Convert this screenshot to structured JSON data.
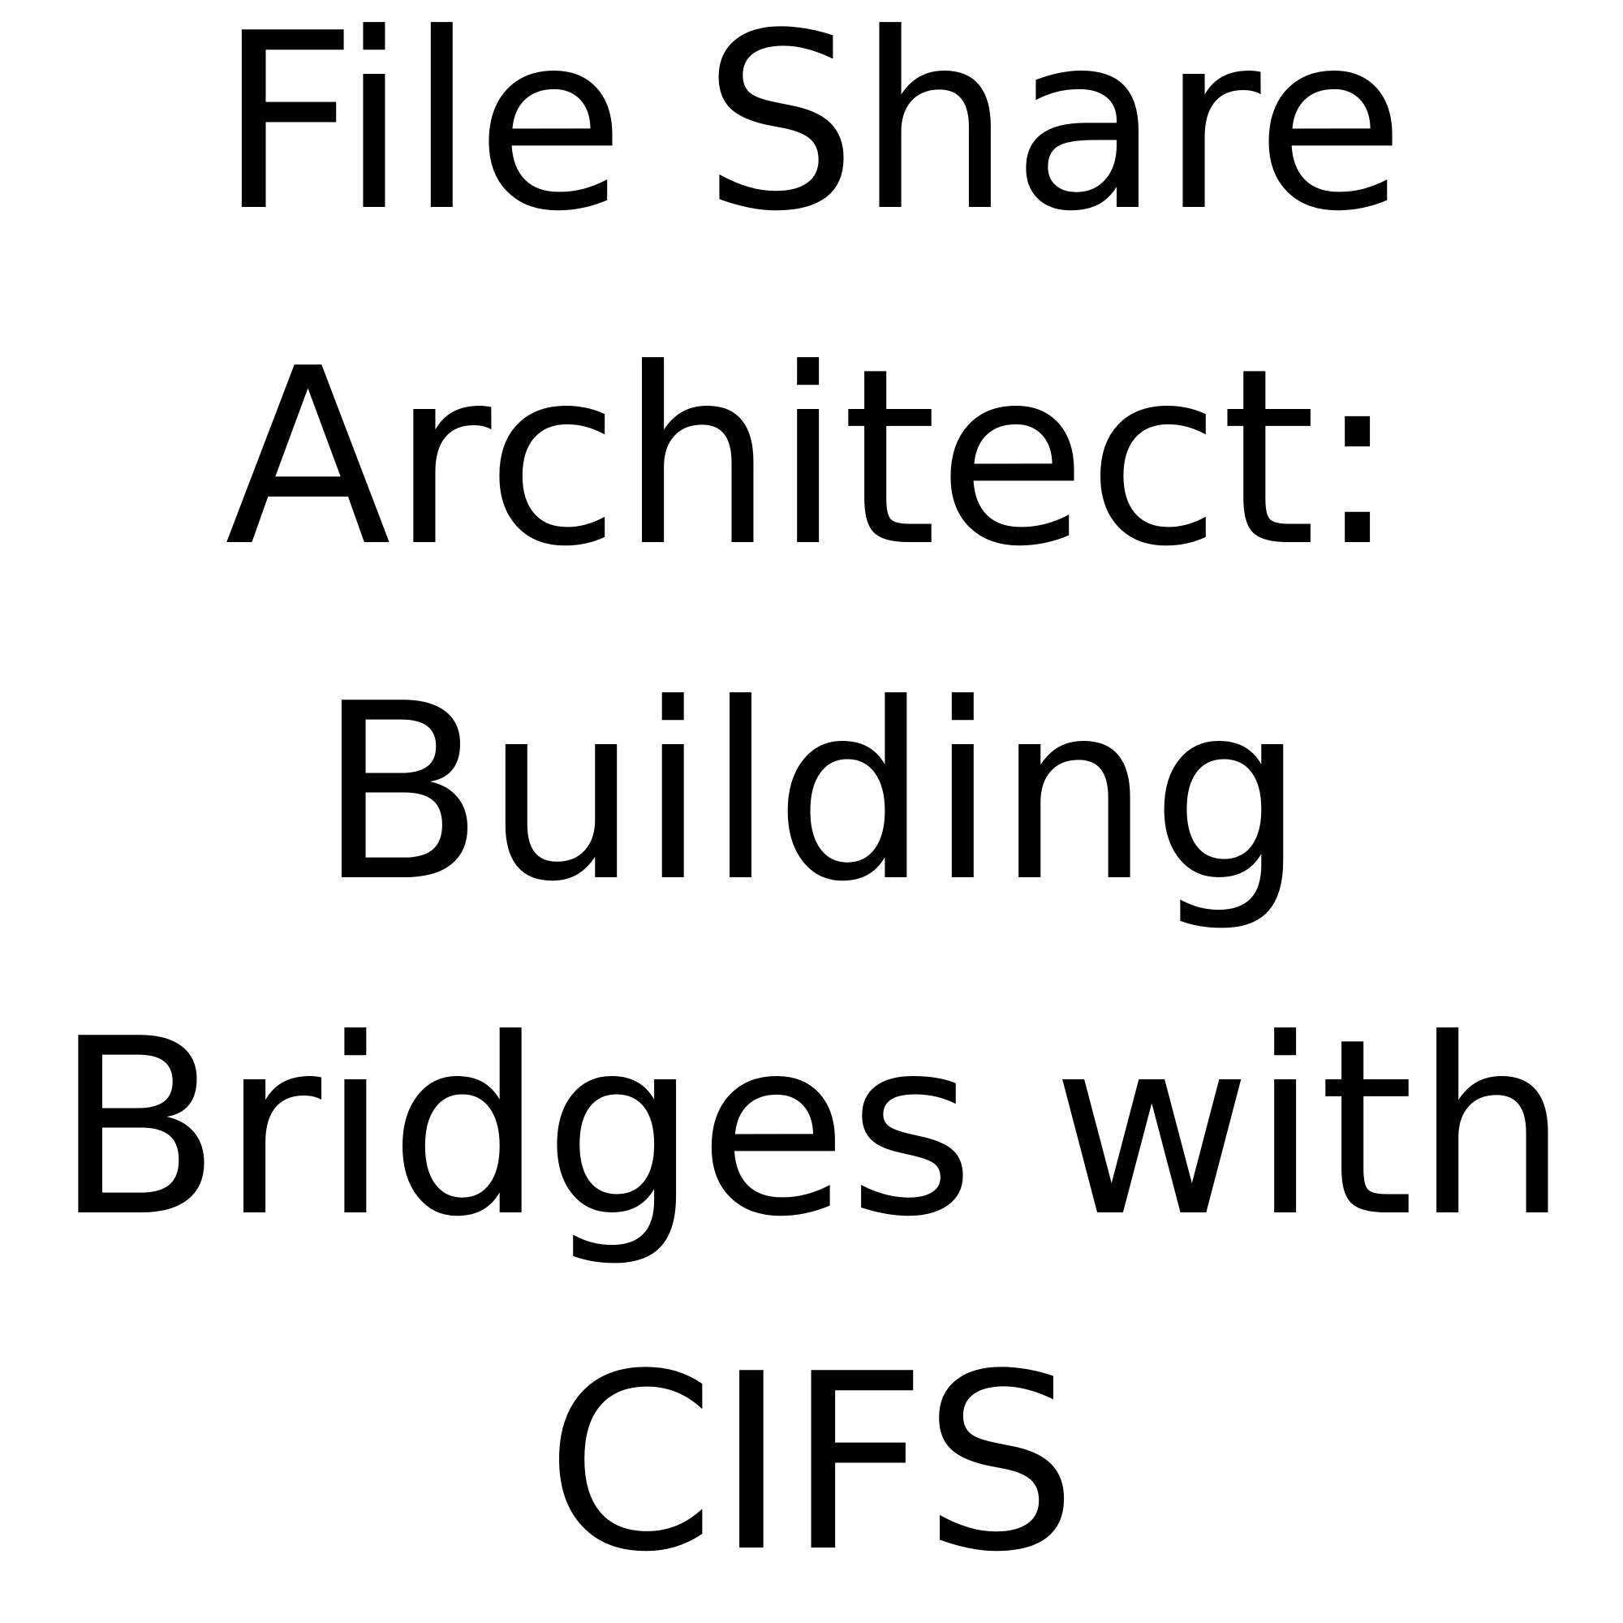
{
  "title": {
    "lines": [
      "File Share",
      "Architect:",
      "Building",
      "Bridges with",
      "CIFS"
    ]
  }
}
